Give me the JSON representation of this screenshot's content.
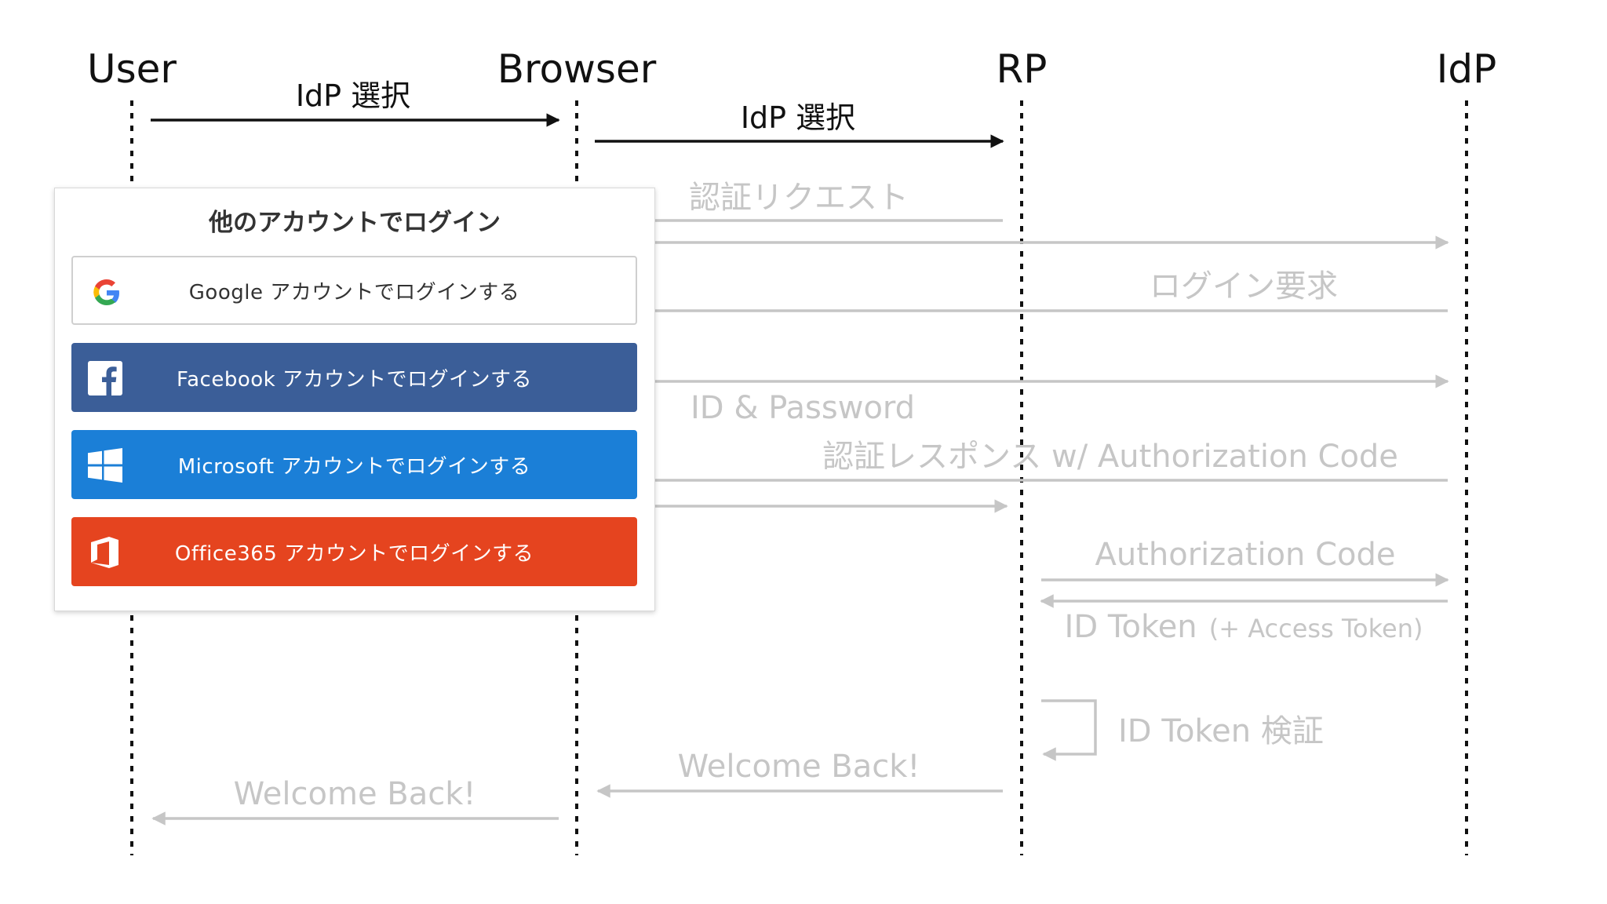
{
  "actors": [
    {
      "name": "User"
    },
    {
      "name": "Browser"
    },
    {
      "name": "RP"
    },
    {
      "name": "IdP"
    }
  ],
  "messages": {
    "user_select_idp": "IdP 選択",
    "browser_select_idp": "IdP 選択",
    "auth_request": "認証リクエスト",
    "login_request": "ログイン要求",
    "id_password": "ID & Password",
    "auth_response": "認証レスポンス w/ Authorization Code",
    "authorization_code": "Authorization Code",
    "id_token": "ID Token",
    "id_token_suffix": "(+ Access Token)",
    "id_token_verify": "ID Token 検証",
    "welcome_rp": "Welcome Back!",
    "welcome_browser": "Welcome Back!"
  },
  "login_dialog": {
    "title": "他のアカウントでログイン",
    "buttons": [
      {
        "label": "Google アカウントでログインする",
        "icon": "google-icon",
        "color": "#ffffff"
      },
      {
        "label": "Facebook アカウントでログインする",
        "icon": "facebook-icon",
        "color": "#3b5e98"
      },
      {
        "label": "Microsoft アカウントでログインする",
        "icon": "windows-icon",
        "color": "#1b7fd7"
      },
      {
        "label": "Office365 アカウントでログインする",
        "icon": "office-icon",
        "color": "#e5441f"
      }
    ]
  },
  "colors": {
    "active": "#111111",
    "inactive": "#c6c6c6"
  }
}
